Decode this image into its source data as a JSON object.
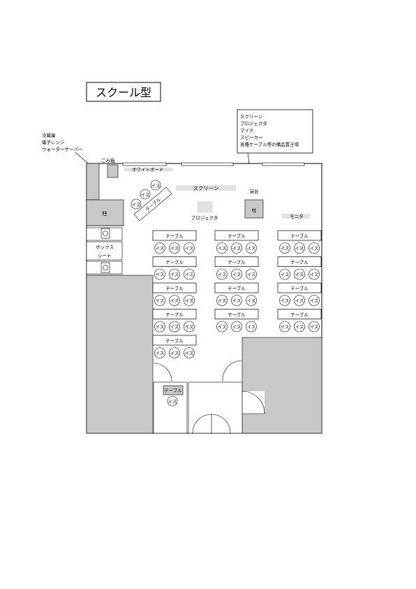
{
  "title": "スクール型",
  "callout_equipment": [
    "スクリーン",
    "プロジェクタ",
    "マイク",
    "スピーカー",
    "各種ケーブル等の備品置き場"
  ],
  "callout_kitchen": [
    "冷蔵庫",
    "電子レンジ",
    "ウォーターサーバー"
  ],
  "labels": {
    "trash": "ごみ箱",
    "whiteboard": "ホワイトボード",
    "screen": "スクリーン",
    "stage": "演台",
    "pillar": "柱",
    "monitor": "モニタ",
    "projector": "プロジェクタ",
    "box_seat": [
      "ボックス",
      "シート"
    ],
    "table": "テーブル",
    "chair": "イス"
  },
  "layout": {
    "table_columns": 3,
    "rows_per_column": [
      5,
      4,
      4
    ],
    "chairs_per_table": 3,
    "entrance_tables": 1,
    "angled_tables": 1
  }
}
